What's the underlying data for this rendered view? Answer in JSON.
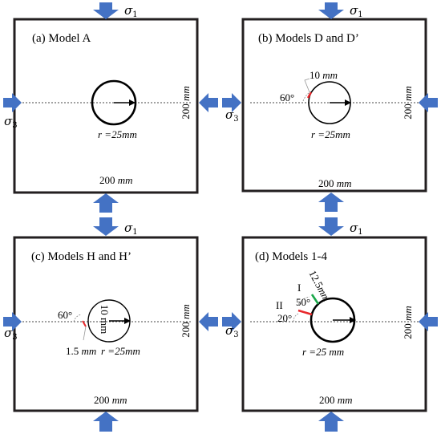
{
  "panels": {
    "a": {
      "title": "(a)   Model A",
      "sigma1": "σ",
      "sigma1_sub": "1",
      "sigma3": "σ",
      "sigma3_sub": "3",
      "bottom_value": "200",
      "side_value": "200",
      "unit": "mm",
      "radius_prefix": "r =25",
      "radius_unit": "mm"
    },
    "b": {
      "title": "(b)   Models D and D’",
      "sigma1": "σ",
      "sigma1_sub": "1",
      "sigma3": "σ",
      "sigma3_sub": "3",
      "bottom_value": "200",
      "side_value": "200",
      "unit": "mm",
      "radius_prefix": "r =25",
      "radius_unit": "mm",
      "crack_length": "10",
      "crack_unit": "mm",
      "angle": "60°"
    },
    "c": {
      "title": "(c)   Models H and H’",
      "sigma1": "σ",
      "sigma1_sub": "1",
      "sigma3": "σ",
      "sigma3_sub": "3",
      "bottom_value": "200",
      "side_value": "200",
      "unit": "mm",
      "radius_prefix": "r =25",
      "radius_unit": "mm",
      "crack_length": "10 mm",
      "angle": "60°",
      "offset_value": "1.5",
      "offset_unit": "mm"
    },
    "d": {
      "title": "(d)   Models 1-4",
      "sigma1": "σ",
      "sigma1_sub": "1",
      "sigma3": "σ",
      "sigma3_sub": "3",
      "bottom_value": "200",
      "side_value": "200",
      "unit": "mm",
      "radius_prefix": "r =25",
      "radius_unit": "mm",
      "crack_length": "12.5",
      "crack_unit": "mm",
      "label_I": "I",
      "label_II": "II",
      "angle_I": "50°",
      "angle_II": "20°"
    }
  },
  "colors": {
    "arrow": "#4472c4",
    "frame": "#231f20",
    "crack_red": "#e8282c",
    "crack_green": "#1aa84a"
  }
}
